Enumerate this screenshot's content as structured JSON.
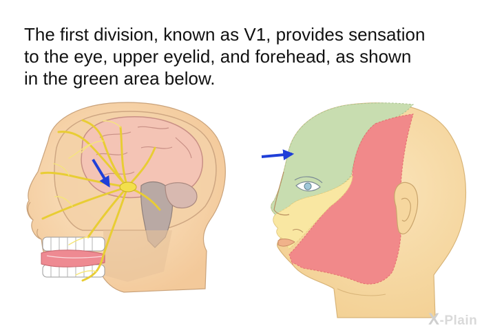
{
  "caption": {
    "lines": [
      "The first division, known as V1, provides sensation",
      "to the eye, upper eyelid, and forehead, as shown",
      "in the green area below."
    ]
  },
  "colors": {
    "v1_region": "#c8ddb0",
    "v2_region": "#f1898a",
    "v3_region": "#f9e7a2",
    "skin": "#f7d9a4",
    "nerve": "#f3df4c",
    "arrow": "#1f3fd8"
  },
  "icons": {
    "pointer_left": "arrow-icon",
    "pointer_right": "arrow-icon"
  },
  "logo": {
    "mark": "X",
    "text": "-Plain"
  }
}
